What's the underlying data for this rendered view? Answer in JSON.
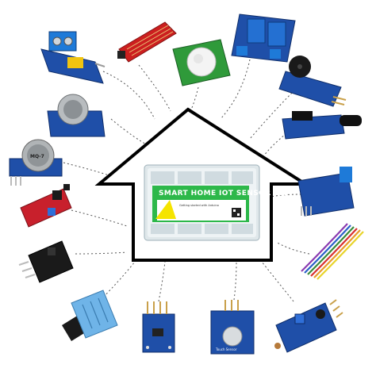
{
  "image": {
    "description_hidden": "",
    "kit_box": {
      "title": "SMART HOME IOT SENSOR KIT",
      "subtitle_small": "Getting started with Arduino",
      "brand_colors": {
        "lid": "#e8f0f4",
        "label_green": "#2db84a",
        "label_yellow": "#f5e400"
      }
    },
    "modules": {
      "gas_sensor_mq7_label": "MQ-7",
      "touch_sensor_label": "Touch Sensor"
    },
    "colors": {
      "house_outline": "#000000",
      "pcb_blue": "#1f4fa8",
      "pcb_red": "#c8202c",
      "pcb_black": "#1a1a1a",
      "dashed_lines": "#666666"
    }
  }
}
